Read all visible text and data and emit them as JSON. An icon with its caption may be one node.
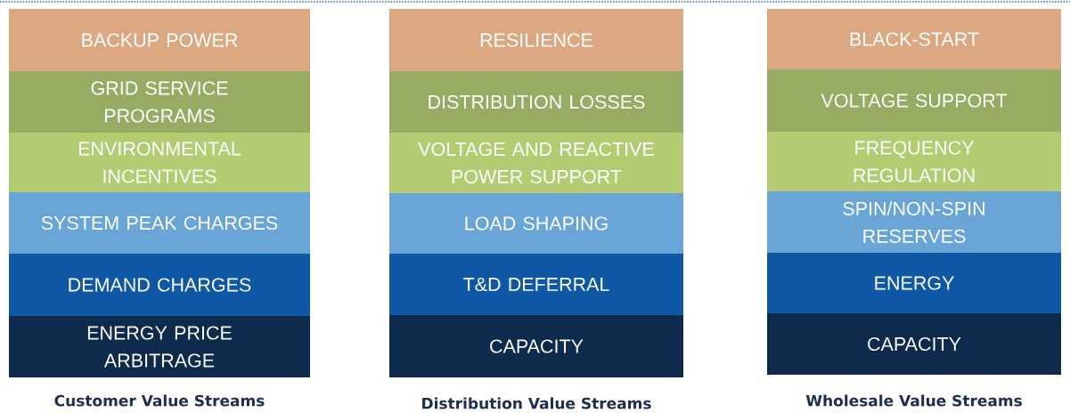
{
  "diagram": {
    "nodes": [
      {
        "text": [
          "BACKUP POWER"
        ]
      },
      {
        "text": [
          "GRID SERVICE PROGRAMS"
        ]
      },
      {
        "text": [
          "ENVIRONMENTAL INCENTIVES"
        ]
      },
      {
        "text": [
          "SYSTEM PEAK CHARGES"
        ]
      },
      {
        "text": [
          "DEMAND CHARGES"
        ]
      },
      {
        "text": [
          "ENERGY PRICE ARBITRAGE"
        ]
      },
      {
        "text": [
          "RESILIENCE"
        ]
      },
      {
        "text": [
          "DISTRIBUTION LOSSES"
        ]
      },
      {
        "text": [
          "VOLTAGE AND REACTIVE POWER SUPPORT"
        ]
      },
      {
        "text": [
          "LOAD SHAPING"
        ]
      },
      {
        "text": [
          "T&D DEFERRAL"
        ]
      },
      {
        "text": [
          "CAPACITY"
        ]
      },
      {
        "text": [
          "BLACK-START"
        ]
      },
      {
        "text": [
          "VOLTAGE SUPPORT"
        ]
      },
      {
        "text": [
          "FREQUENCY REGULATION"
        ]
      },
      {
        "text": [
          "SPIN/NON-SPIN RESERVES"
        ]
      },
      {
        "text": [
          "ENERGY"
        ]
      },
      {
        "text": [
          "CAPACITY"
        ]
      }
    ],
    "labels": [
      "Customer Value Streams",
      "Distribution Value Streams",
      "Wholesale Value Streams"
    ]
  }
}
